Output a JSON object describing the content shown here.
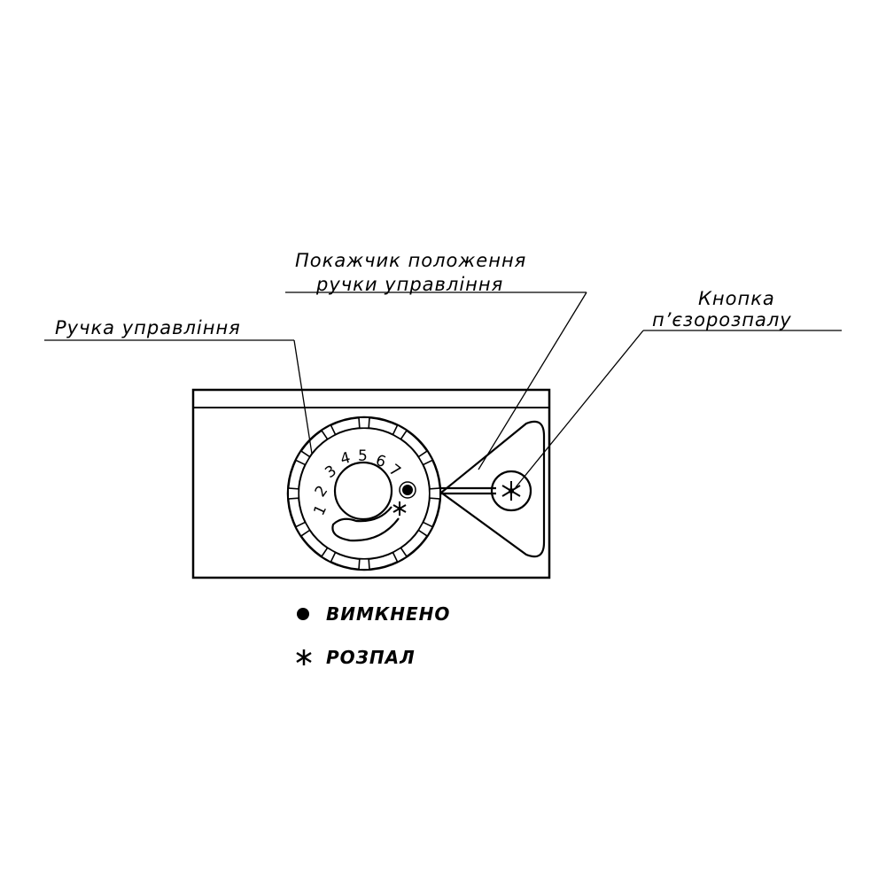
{
  "labels": {
    "indicator_line1": "Покажчик положення",
    "indicator_line2": "ручки управління",
    "handle": "Ручка управління",
    "button_line1": "Кнопка",
    "button_line2": "п’єзорозпалу"
  },
  "dial_numbers": [
    "1",
    "2",
    "3",
    "4",
    "5",
    "6",
    "7"
  ],
  "legend": {
    "off": "ВИМКНЕНО",
    "ignition": "РОЗПАЛ"
  },
  "icons": {
    "off": "filled-circle-icon",
    "ignition": "spark-icon"
  }
}
